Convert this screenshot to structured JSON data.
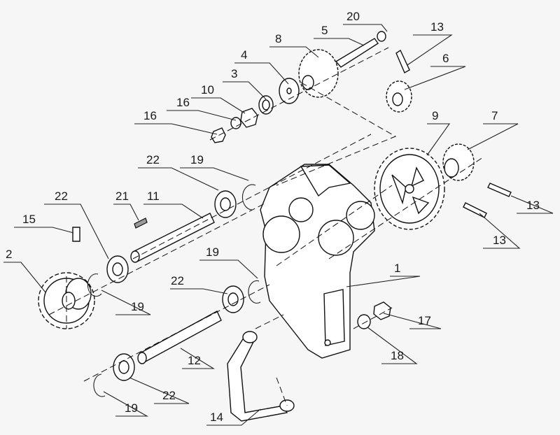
{
  "diagram": {
    "callouts": [
      {
        "label": "20"
      },
      {
        "label": "5"
      },
      {
        "label": "13"
      },
      {
        "label": "8"
      },
      {
        "label": "4"
      },
      {
        "label": "6"
      },
      {
        "label": "3"
      },
      {
        "label": "10"
      },
      {
        "label": "16"
      },
      {
        "label": "16"
      },
      {
        "label": "9"
      },
      {
        "label": "7"
      },
      {
        "label": "22"
      },
      {
        "label": "19"
      },
      {
        "label": "22"
      },
      {
        "label": "21"
      },
      {
        "label": "11"
      },
      {
        "label": "13"
      },
      {
        "label": "15"
      },
      {
        "label": "13"
      },
      {
        "label": "2"
      },
      {
        "label": "19"
      },
      {
        "label": "1"
      },
      {
        "label": "22"
      },
      {
        "label": "19"
      },
      {
        "label": "17"
      },
      {
        "label": "18"
      },
      {
        "label": "12"
      },
      {
        "label": "22"
      },
      {
        "label": "19"
      },
      {
        "label": "14"
      }
    ]
  }
}
